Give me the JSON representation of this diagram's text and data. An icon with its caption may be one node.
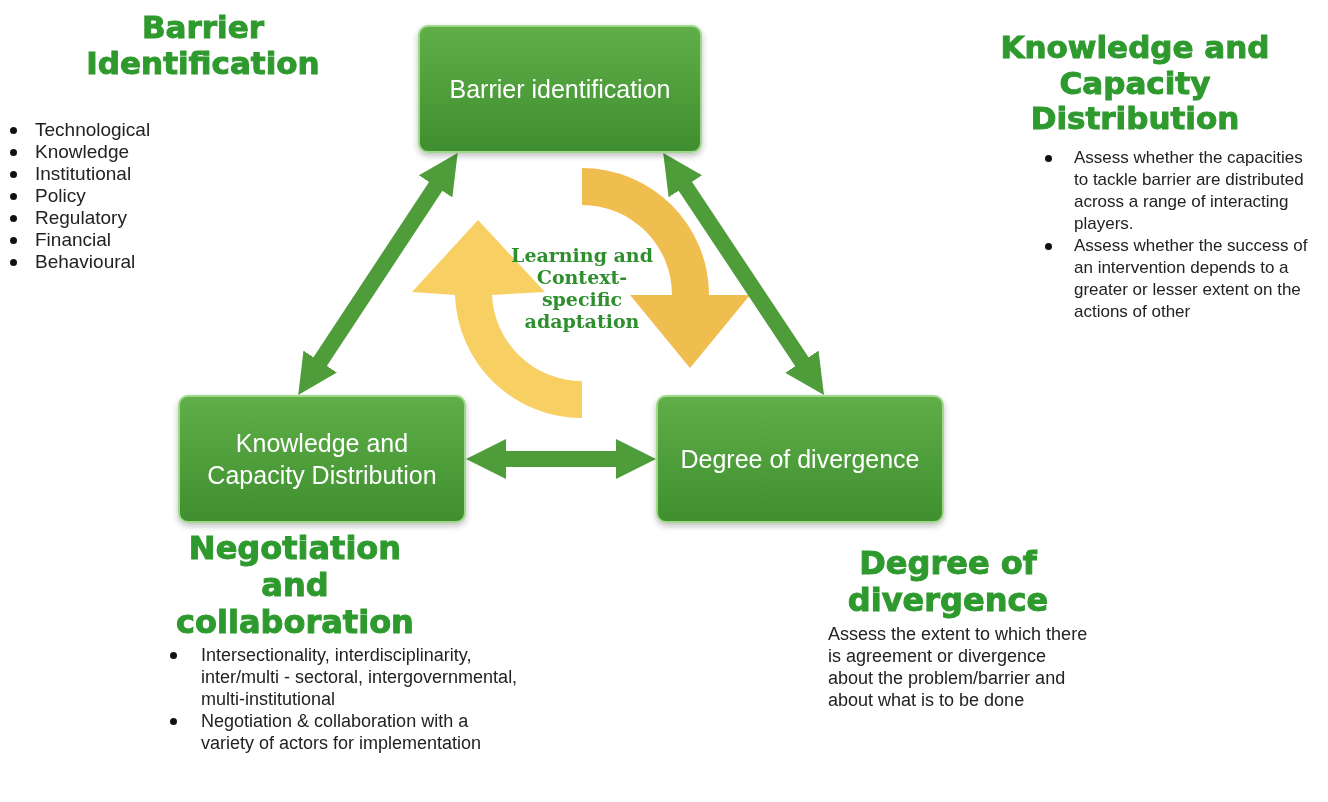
{
  "diagram": {
    "nodes": [
      {
        "text": [
          "Barrier identification"
        ]
      },
      {
        "text": [
          "Knowledge and Capacity Distribution"
        ]
      },
      {
        "text": [
          "Degree of divergence"
        ]
      },
      {
        "text": [
          "Learning and Context-specific adaptation"
        ]
      }
    ],
    "edges": [
      {
        "from": 0,
        "to": 1,
        "arrow": "both"
      },
      {
        "from": 0,
        "to": 2,
        "arrow": "both"
      },
      {
        "from": 1,
        "to": 2,
        "arrow": "both"
      }
    ],
    "labels": [
      "Barrier Identification",
      "Technological",
      "Knowledge",
      "Institutional",
      "Policy",
      "Regulatory",
      "Financial",
      "Behavioural",
      "Knowledge and Capacity Distribution",
      "Assess whether the capacities to tackle barrier are distributed across a range of interacting players.",
      "Assess whether the success of an intervention depends to a greater or lesser extent on the actions of other",
      "Negotiation and collaboration",
      "Intersectionality, interdisciplinarity, inter/multi - sectoral, intergovernmental, multi-institutional",
      "Negotiation & collaboration with a variety of actors for implementation",
      "Degree of divergence",
      "Assess the extent to which there is agreement or divergence about the problem/barrier and about what is to be done"
    ]
  }
}
